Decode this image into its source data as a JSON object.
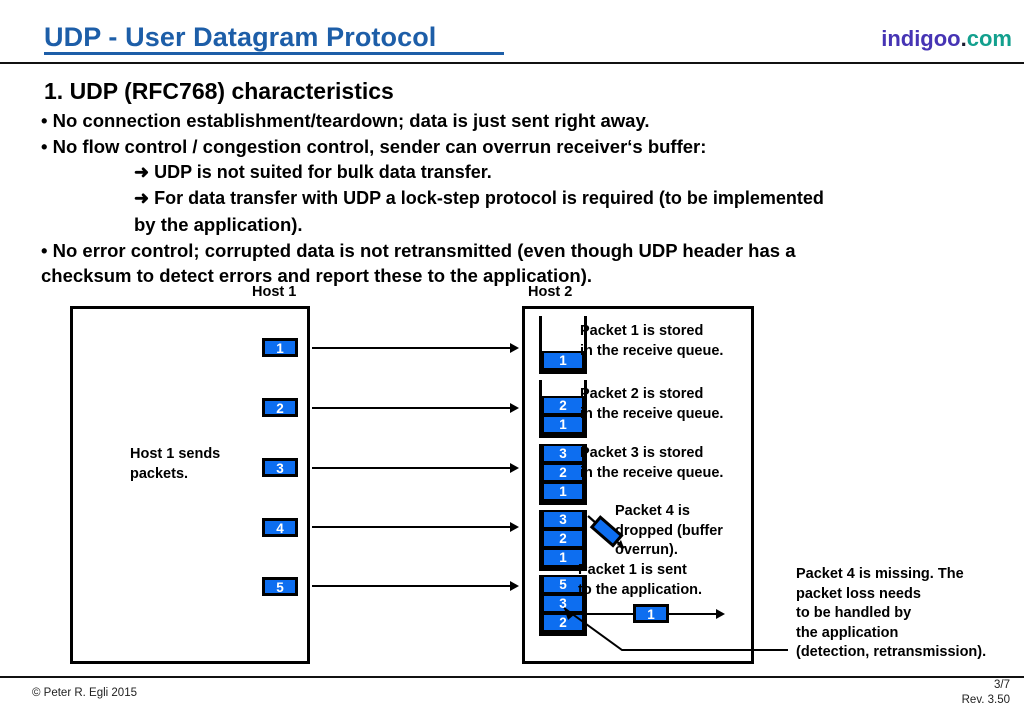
{
  "header": {
    "title": "UDP - User Datagram Protocol",
    "brand_name": "indigoo",
    "brand_dot": ".",
    "brand_tld": "com",
    "title_color": "#1d5ea8",
    "brand_color": "#4634b4",
    "brand_tld_color": "#13a08e"
  },
  "content": {
    "heading": "1. UDP (RFC768) characteristics",
    "bullets": [
      "• No connection establishment/teardown; data is just sent right away.",
      "• No flow control / congestion control, sender can overrun receiver‘s buffer:"
    ],
    "sub_bullets": [
      "➜ UDP is not suited for bulk data transfer.",
      "➜ For data transfer with UDP a lock-step protocol is required (to be implemented",
      "by the application)."
    ],
    "bullet3_line1": "• No error control; corrupted data is not retransmitted (even though UDP header has a",
    "bullet3_line2": "checksum to detect errors and report these to the application)."
  },
  "diagram": {
    "host1_label": "Host 1",
    "host2_label": "Host 2",
    "host1_caption_line1": "Host 1 sends",
    "host1_caption_line2": "packets.",
    "packet_accent": "#0d6ef0",
    "sent_packets": [
      "1",
      "2",
      "3",
      "4",
      "5"
    ],
    "queues": [
      {
        "slots": [
          "1"
        ],
        "note_line1": "Packet 1 is stored",
        "note_line2": "in the receive queue."
      },
      {
        "slots": [
          "2",
          "1"
        ],
        "note_line1": "Packet 2 is stored",
        "note_line2": "in the receive queue."
      },
      {
        "slots": [
          "3",
          "2",
          "1"
        ],
        "note_line1": "Packet 3 is stored",
        "note_line2": "in the receive queue."
      },
      {
        "slots": [
          "3",
          "2",
          "1"
        ],
        "note_line1": "Packet 4 is",
        "note_line2": "dropped (buffer",
        "note_line3": "overrun)."
      },
      {
        "slots": [
          "5",
          "3",
          "2"
        ],
        "note_line1": "Packet 1 is sent",
        "note_line2": "to the application."
      }
    ],
    "delivered_packet": "1",
    "right_note": [
      "Packet 4 is missing. The",
      "packet loss needs",
      "to be handled by",
      "the application",
      "(detection, retransmission)."
    ]
  },
  "footer": {
    "copyright": "© Peter R. Egli 2015",
    "page": "3/7",
    "revision": "Rev. 3.50"
  }
}
